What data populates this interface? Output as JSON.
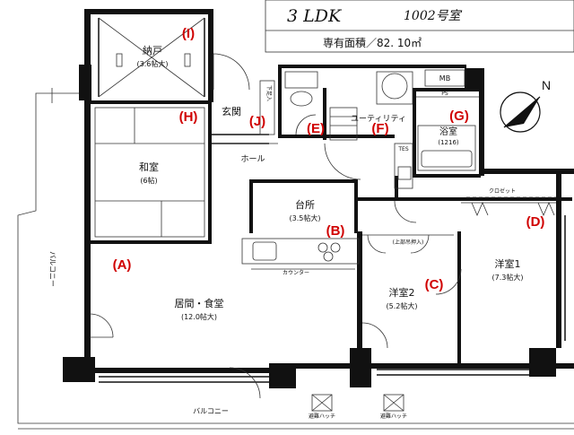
{
  "header": {
    "layout_type": "3 LDK",
    "unit_number": "1002号室",
    "area_label": "専有面積／82. 10㎡"
  },
  "compass": {
    "label": "N"
  },
  "rooms": {
    "storage": {
      "name": "納戸",
      "size": "(3.6帖大)",
      "tag": "(I)"
    },
    "japanese_room": {
      "name": "和室",
      "size": "(6帖)",
      "tag": "(H)"
    },
    "entrance": {
      "name": "玄関",
      "tag": "(J)"
    },
    "hall": {
      "name": "ホール"
    },
    "utility": {
      "name": "ユーティリティ",
      "tag": "(F)"
    },
    "bath": {
      "name": "浴室",
      "size": "(1216)",
      "tag": "(G)"
    },
    "kitchen": {
      "name": "台所",
      "size": "(3.5帖大)",
      "tag": "(B)"
    },
    "living_dining": {
      "name": "居間・食堂",
      "size": "(12.0帖大)",
      "tag": "(A)"
    },
    "western_room_2": {
      "name": "洋室2",
      "size": "(5.2帖大)",
      "tag": "(C)"
    },
    "western_room_1": {
      "name": "洋室1",
      "size": "(7.3帖大)",
      "tag": "(D)"
    },
    "toilet": {
      "tag": "(E)"
    }
  },
  "labels": {
    "balcony_left": "バルコニー",
    "balcony_bottom": "バルコニー",
    "closet": "クロゼット",
    "counter": "カウンター",
    "shoe_closet": "下足入",
    "tes": "TES",
    "mb": "MB",
    "ps": "PS",
    "upper_cabinet": "(上部吊押入)",
    "evac_hatch_1": "避難ハッチ",
    "evac_hatch_2": "避難ハッチ"
  }
}
